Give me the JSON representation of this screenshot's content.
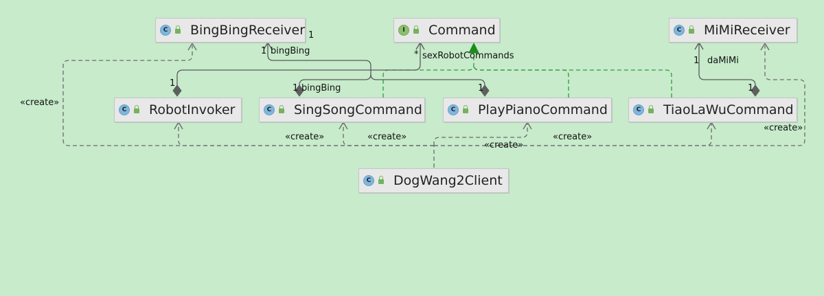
{
  "nodes": {
    "bingbing_receiver": {
      "name": "BingBingReceiver",
      "badge": "C"
    },
    "command": {
      "name": "Command",
      "badge": "I"
    },
    "mimi_receiver": {
      "name": "MiMiReceiver",
      "badge": "C"
    },
    "robot_invoker": {
      "name": "RobotInvoker",
      "badge": "C"
    },
    "singsong_command": {
      "name": "SingSongCommand",
      "badge": "C"
    },
    "playpiano_command": {
      "name": "PlayPianoCommand",
      "badge": "C"
    },
    "tiaolawu_command": {
      "name": "TiaoLaWuCommand",
      "badge": "C"
    },
    "dogwang2_client": {
      "name": "DogWang2Client",
      "badge": "C"
    }
  },
  "labels": {
    "create": "«create»",
    "bingBing": "bingBing",
    "sexRobotCommands": "sexRobotCommands",
    "daMiMi": "daMiMi",
    "one": "1",
    "many": "*"
  },
  "colors": {
    "background": "#c7ebcb",
    "dependency": "#6b6b6b",
    "realization": "#2f9a3a",
    "association": "#5a5a5a"
  }
}
